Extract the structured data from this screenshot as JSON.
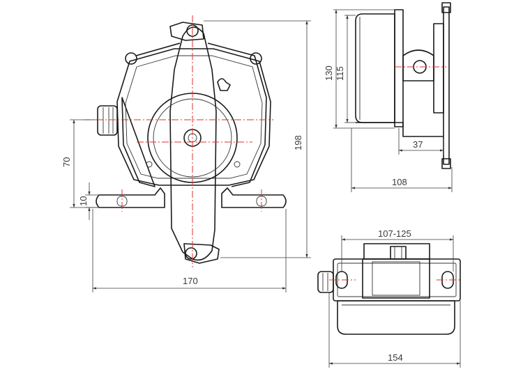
{
  "dimensions": {
    "d170": "170",
    "d198": "198",
    "d70": "70",
    "d10": "10",
    "d130": "130",
    "d115": "115",
    "d37": "37",
    "d108": "108",
    "d107_125": "107-125",
    "d154": "154"
  },
  "colors": {
    "outline": "#1a1a1a",
    "centerline": "#e0302c",
    "dimension": "#3a3a3a",
    "background": "#ffffff"
  }
}
